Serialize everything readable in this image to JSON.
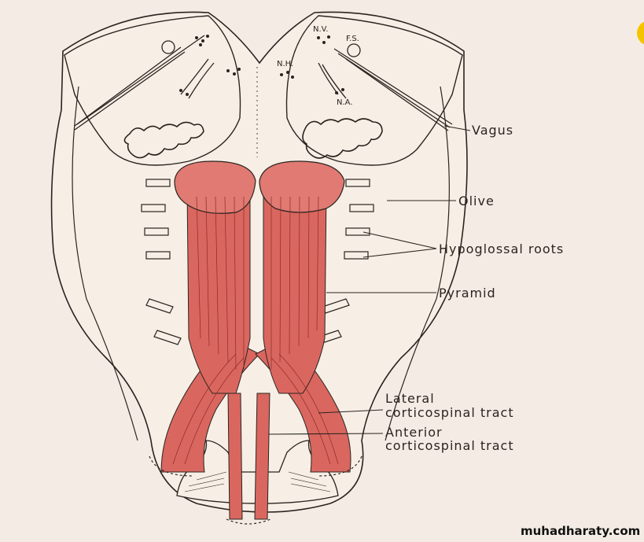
{
  "labels": {
    "vagus": "Vagus",
    "olive": "Olive",
    "hypoglossal": "Hypoglossal roots",
    "pyramid": "Pyramid",
    "lateral_1": "Lateral",
    "lateral_2": "corticospinal tract",
    "anterior_1": "Anterior",
    "anterior_2": "corticospinal tract"
  },
  "nuclei": {
    "nv": "N.V.",
    "fs": "F.S.",
    "nh": "N.H.",
    "na": "N.A."
  },
  "watermark": "muhadharaty.com",
  "colors": {
    "background": "#f4ece4",
    "tract": "#d9675f",
    "tract_light": "#e88a82",
    "ink": "#2a2420",
    "accent_corner": "#f5c400"
  }
}
